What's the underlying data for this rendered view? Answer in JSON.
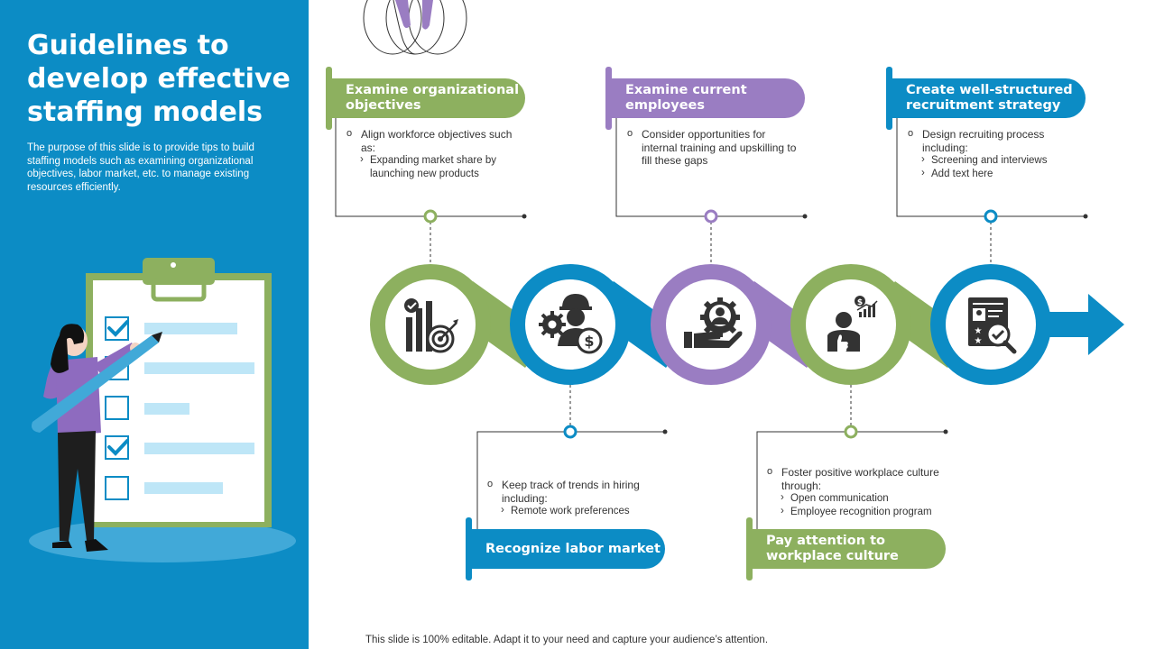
{
  "title": "Guidelines to develop effective staffing models",
  "description": "The purpose of this slide is to provide tips to build staffing models such as examining organizational objectives, labor market, etc. to manage existing resources efficiently.",
  "colors": {
    "blue": "#0C8CC5",
    "green": "#8DB05F",
    "purple": "#9A7DC2",
    "dark": "#333333"
  },
  "steps": [
    {
      "title": "Examine organizational objectives",
      "color": "#8DB05F",
      "icon": "chart-target-icon",
      "items": [
        {
          "text": "Align workforce objectives such as:",
          "sub": [
            "Expanding market share by launching new products"
          ]
        }
      ]
    },
    {
      "title": "Recognize labor market",
      "color": "#0C8CC5",
      "icon": "worker-dollar-icon",
      "items": [
        {
          "text": "Keep track of trends in hiring including:",
          "sub": [
            "Remote work preferences"
          ]
        }
      ]
    },
    {
      "title": "Examine current employees",
      "color": "#9A7DC2",
      "icon": "hand-gear-person-icon",
      "items": [
        {
          "text": "Consider opportunities for internal training and upskilling to fill these gaps",
          "sub": []
        }
      ]
    },
    {
      "title": "Pay attention to workplace culture",
      "color": "#8DB05F",
      "icon": "person-growth-icon",
      "items": [
        {
          "text": "Foster positive workplace culture through:",
          "sub": [
            "Open communication",
            "Employee recognition program"
          ]
        }
      ]
    },
    {
      "title": "Create well-structured recruitment strategy",
      "color": "#0C8CC5",
      "icon": "resume-search-icon",
      "items": [
        {
          "text": "Design recruiting process including:",
          "sub": [
            "Screening and interviews",
            "Add text here"
          ]
        }
      ]
    }
  ],
  "footer": "This slide is 100% editable. Adapt it to your need and capture your audience’s attention."
}
